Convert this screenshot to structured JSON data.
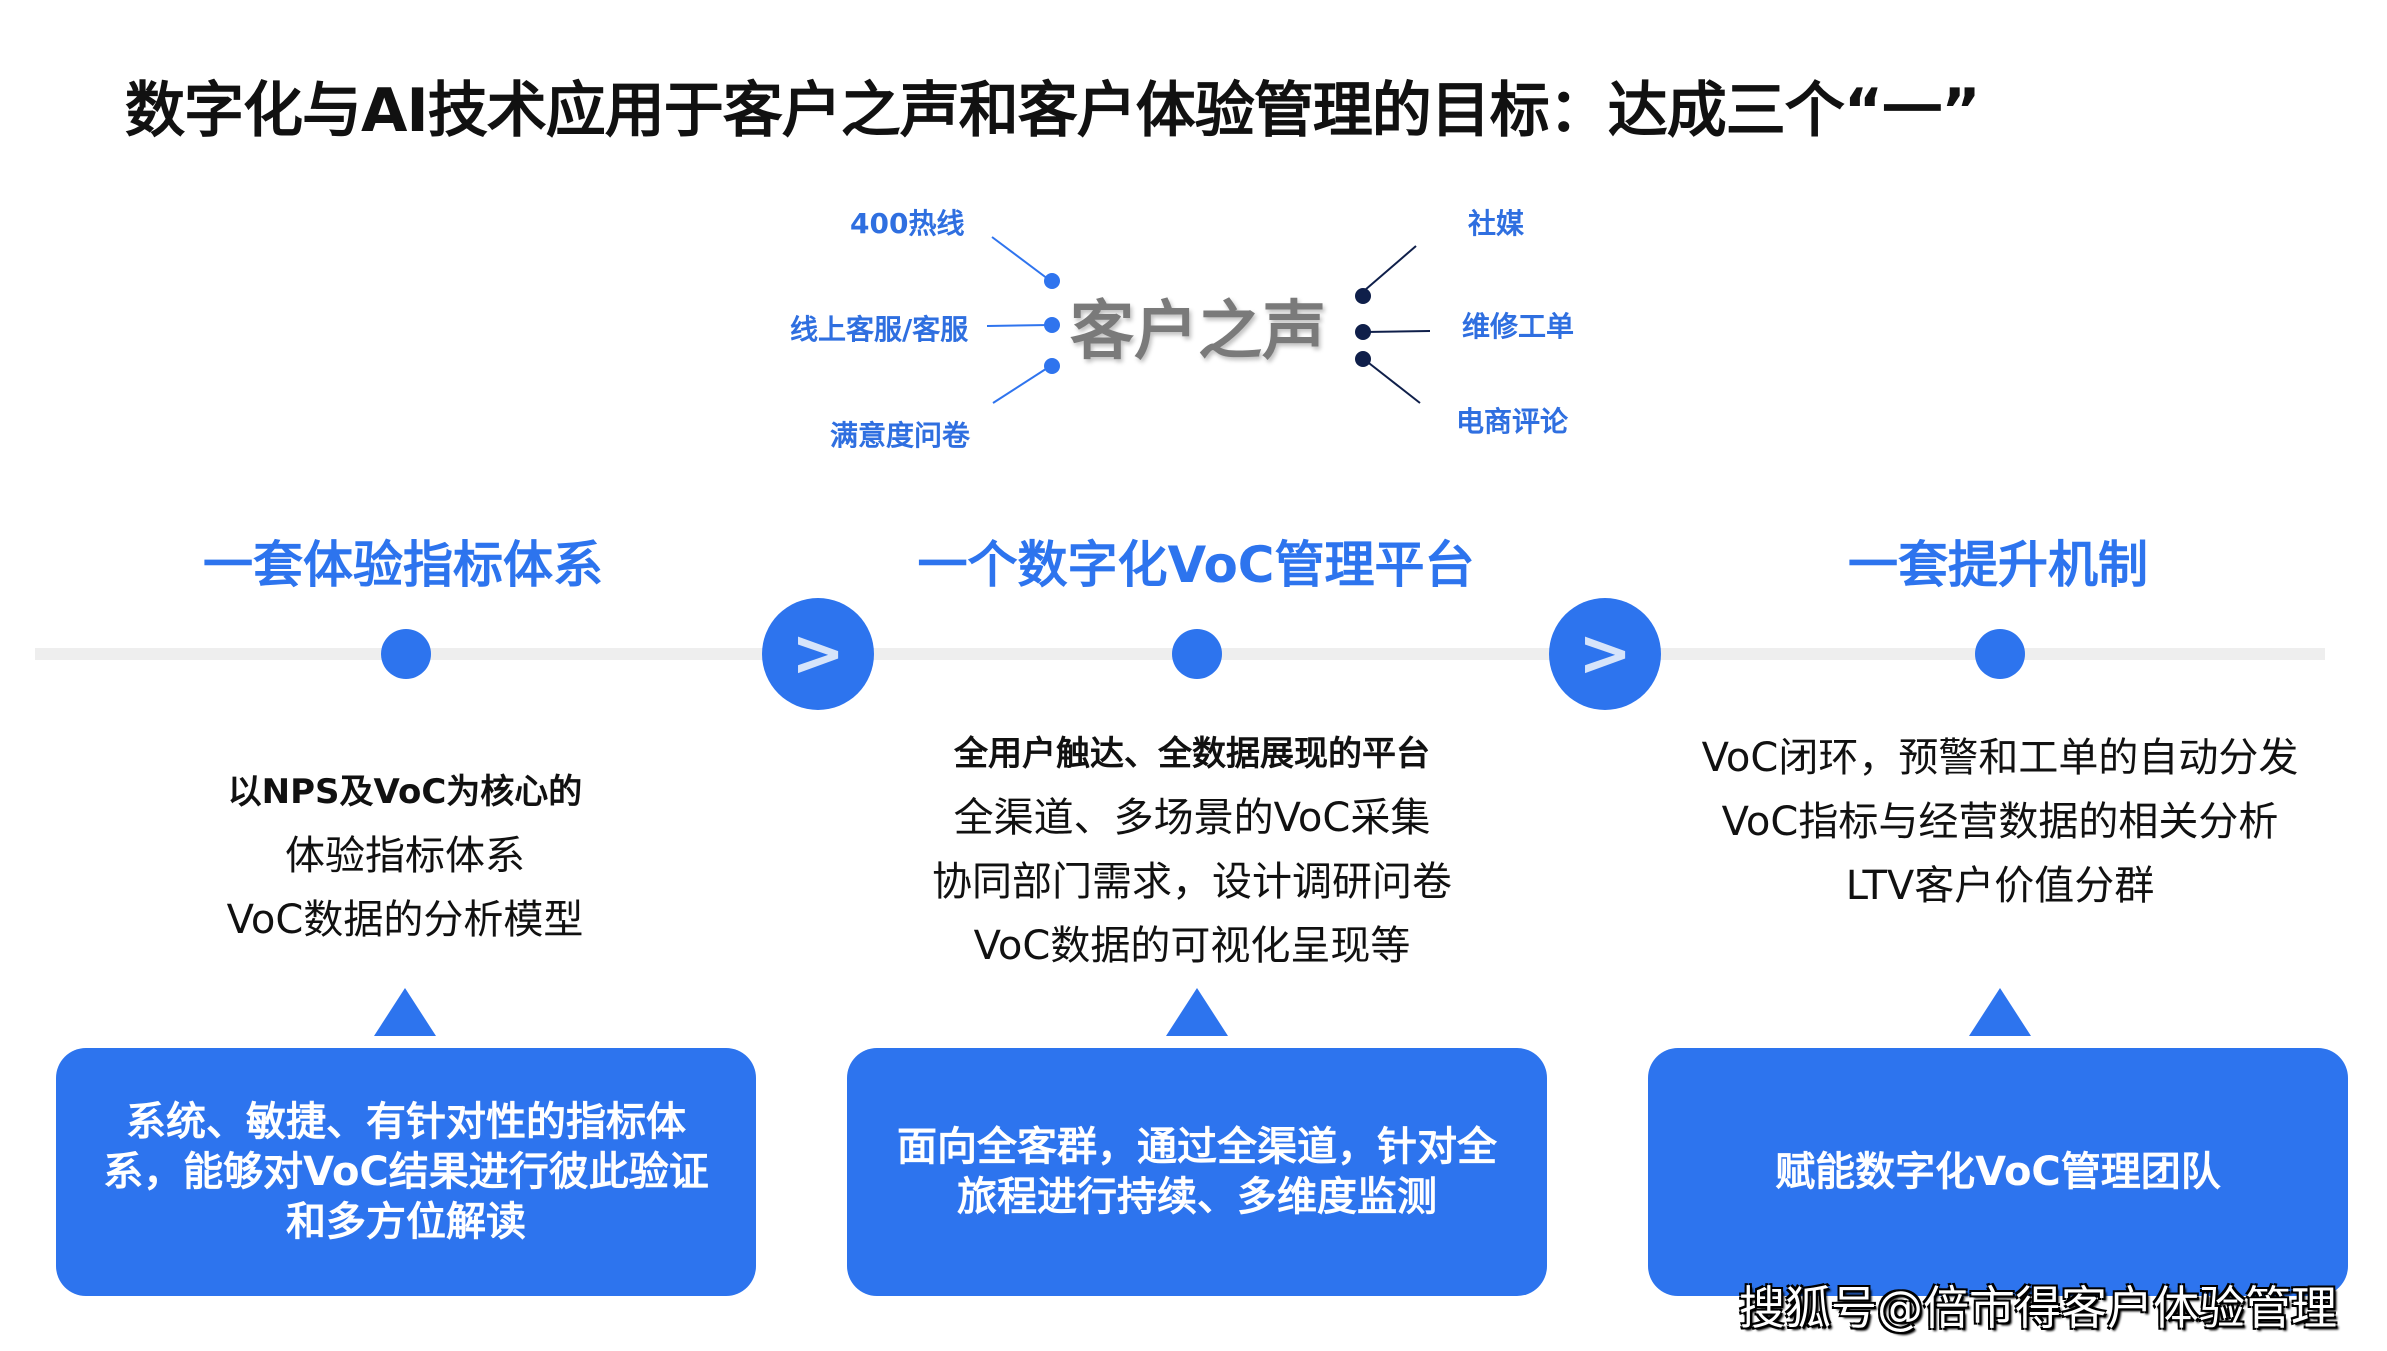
{
  "title": "数字化与AI技术应用于客户之声和客户体验管理的目标：达成三个“一”",
  "voc_diagram": {
    "center": "客户之声",
    "left_sources": [
      "400热线",
      "线上客服/客服",
      "满意度问卷"
    ],
    "right_sources": [
      "社媒",
      "维修工单",
      "电商评论"
    ],
    "colors": {
      "left": "#2f74ee",
      "right": "#0f1f4a",
      "center": "#7a7a7a"
    }
  },
  "timeline": {
    "arrow_glyph": ">",
    "accent_color": "#2d74ee",
    "pillars": [
      {
        "title": "一套体验指标体系",
        "desc_bold": "以NPS及VoC为核心的",
        "desc_lines": [
          "体验指标体系",
          "VoC数据的分析模型"
        ],
        "card": "系统、敏捷、有针对性的指标体系，能够对VoC结果进行彼此验证和多方位解读"
      },
      {
        "title": "一个数字化VoC管理平台",
        "desc_bold": "全用户触达、全数据展现的平台",
        "desc_lines": [
          "全渠道、多场景的VoC采集",
          "协同部门需求，设计调研问卷",
          "VoC数据的可视化呈现等"
        ],
        "card": "面向全客群，通过全渠道，针对全旅程进行持续、多维度监测"
      },
      {
        "title": "一套提升机制",
        "desc_bold": "",
        "desc_lines": [
          "VoC闭环，预警和工单的自动分发",
          "VoC指标与经营数据的相关分析",
          "LTV客户价值分群"
        ],
        "card": "赋能数字化VoC管理团队"
      }
    ]
  },
  "watermark": "搜狐号@倍市得客户体验管理"
}
